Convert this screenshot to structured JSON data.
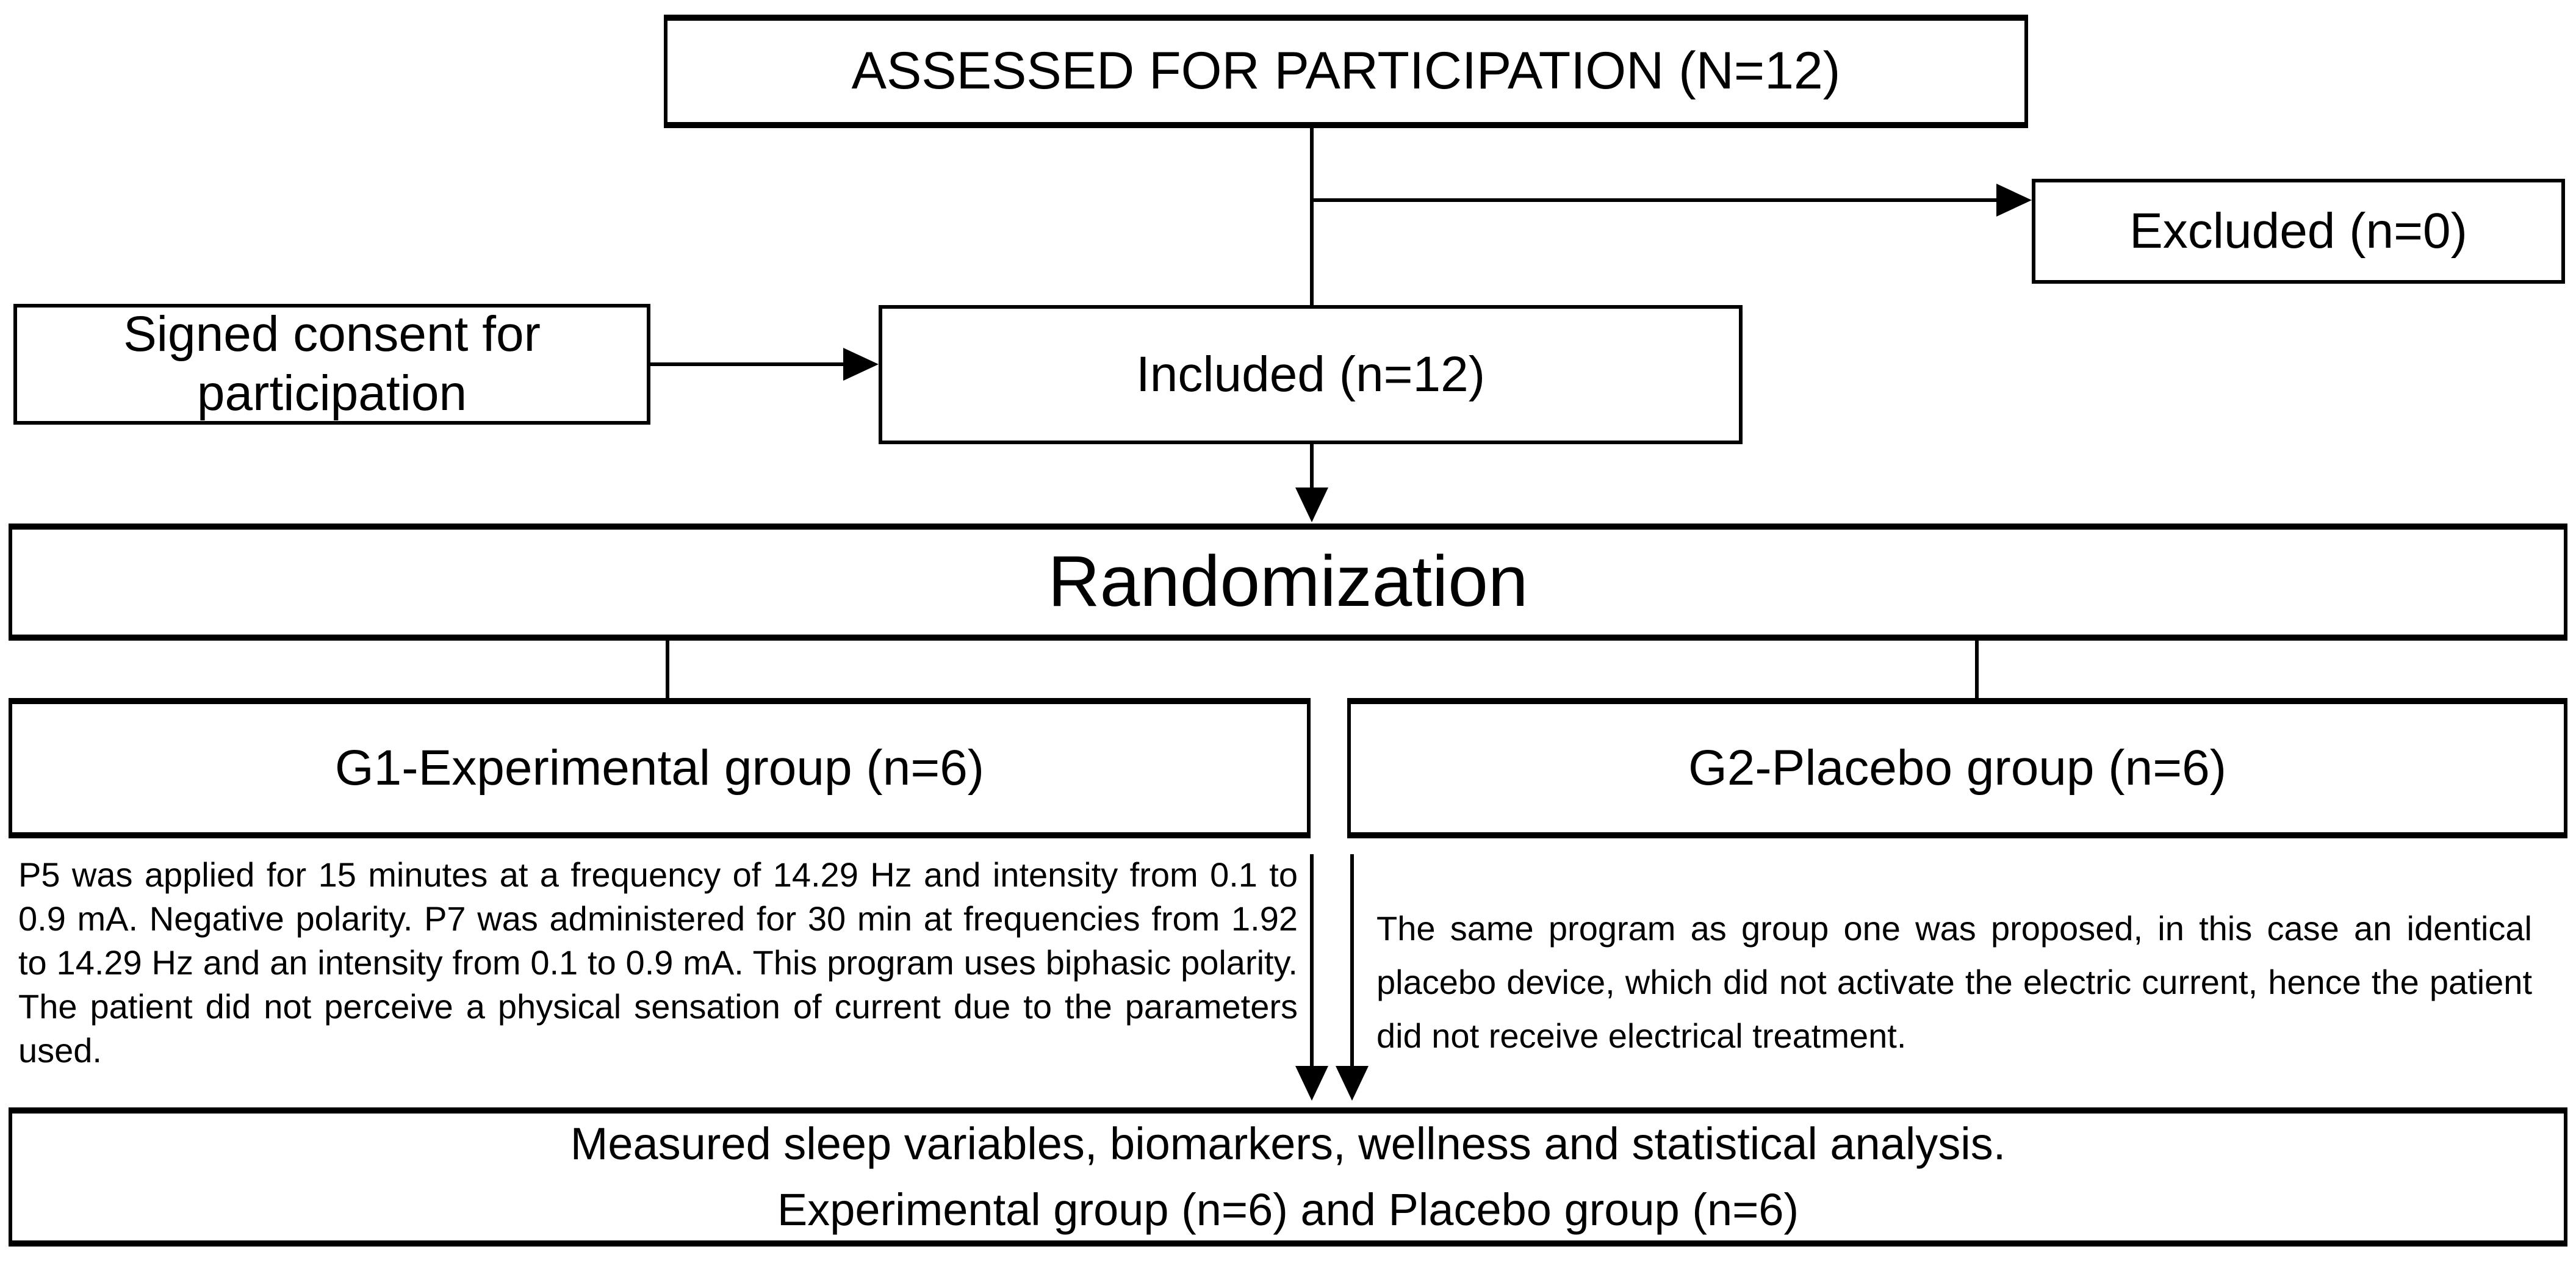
{
  "diagram": {
    "title_hint": "participant flow diagram",
    "assessed": {
      "label": "ASSESSED FOR PARTICIPATION (N=12)"
    },
    "excluded": {
      "label": "Excluded (n=0)"
    },
    "consent": {
      "label": "Signed consent for participation"
    },
    "included": {
      "label": "Included (n=12)"
    },
    "randomization": {
      "label": "Randomization"
    },
    "g1": {
      "label": "G1-Experimental group (n=6)",
      "description": "P5 was applied for 15 minutes at a frequency of 14.29 Hz and intensity from 0.1 to 0.9 mA. Negative polarity. P7 was administered for 30 min at frequencies from 1.92 to 14.29 Hz and an intensity from 0.1 to 0.9 mA. This program uses biphasic polarity. The patient did not perceive a physical sensation of current due to the parameters used."
    },
    "g2": {
      "label": "G2-Placebo group (n=6)",
      "description": "The same program as group one was proposed, in this case an identical placebo device, which did not activate the electric current, hence the patient did not receive electrical treatment."
    },
    "outcome": {
      "line1": "Measured sleep variables, biomarkers, wellness and statistical analysis.",
      "line2": "Experimental group (n=6) and Placebo group (n=6)"
    }
  },
  "colors": {
    "line": "#000000",
    "text": "#000000",
    "background": "#ffffff"
  }
}
